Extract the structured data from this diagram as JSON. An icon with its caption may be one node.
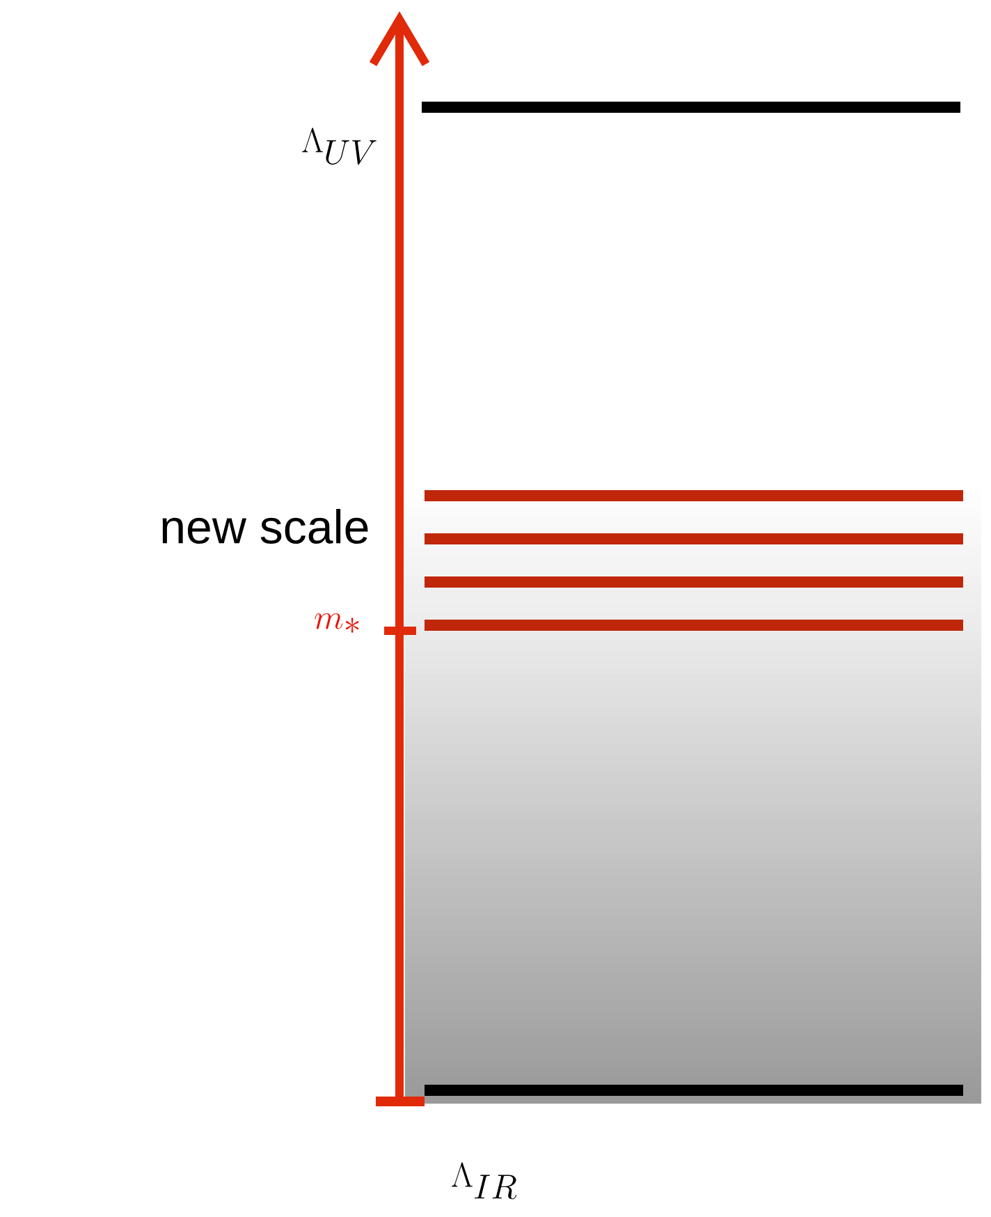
{
  "diagram": {
    "labels": [
      "\\Lambda_{UV}",
      "new scale",
      "m_*",
      "\\Lambda_{IR}"
    ]
  }
}
